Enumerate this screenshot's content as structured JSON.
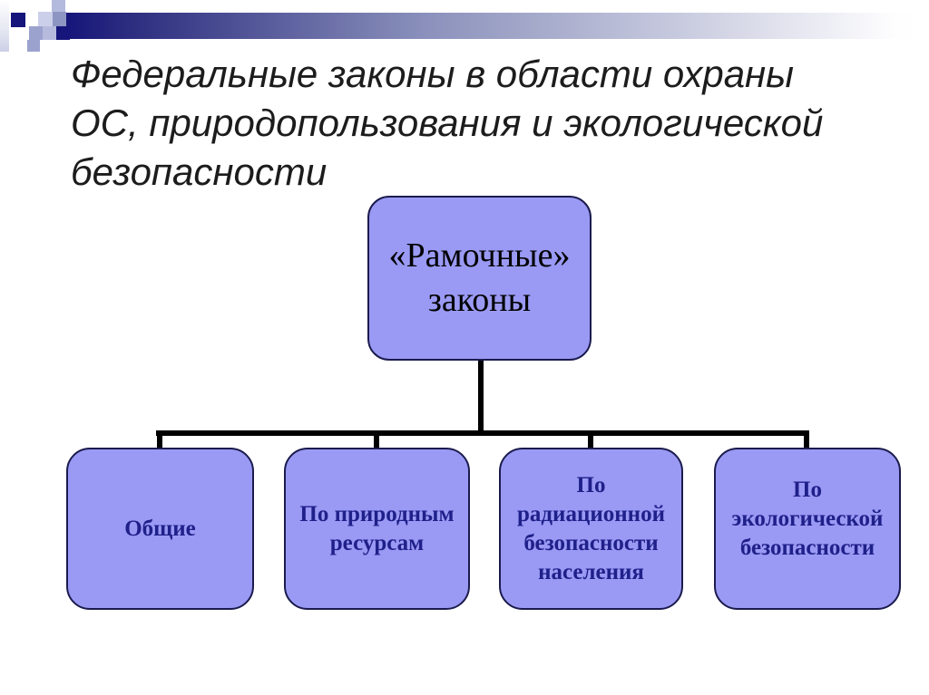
{
  "slide": {
    "title": "Федеральные законы в области охраны\nОС, природопользования и экологической\nбезопасности"
  },
  "diagram": {
    "root": {
      "label": "«Рамочные»\nзаконы"
    },
    "children": [
      {
        "label": "Общие"
      },
      {
        "label": "По природным\nресурсам"
      },
      {
        "label": "По радиационной\nбезопасности\nнаселения"
      },
      {
        "label": "По экологической\nбезопасности"
      }
    ]
  },
  "colors": {
    "node_fill": "#9a9af5",
    "node_border": "#1b1b4e",
    "child_text": "#20208a",
    "root_text": "#000000",
    "title_text": "#1c1c1c",
    "connector": "#000000",
    "header_bar_dark": "#15157b",
    "header_bar_mid": "#8a90bb"
  }
}
